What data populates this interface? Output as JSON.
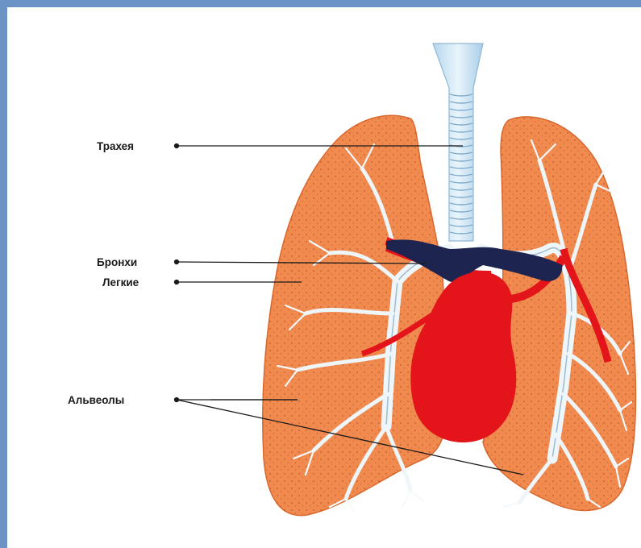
{
  "labels": {
    "trachea": "Трахея",
    "bronchi": "Бронхи",
    "lungs": "Легкие",
    "alveoli": "Альвеолы"
  },
  "colors": {
    "frame": "#6b93c4",
    "lung": "#f08a4e",
    "lung_dots": "#b24a20",
    "heart": "#e3141a",
    "trachea": "#cfe6f5",
    "vessel_dark": "#1d2450"
  }
}
